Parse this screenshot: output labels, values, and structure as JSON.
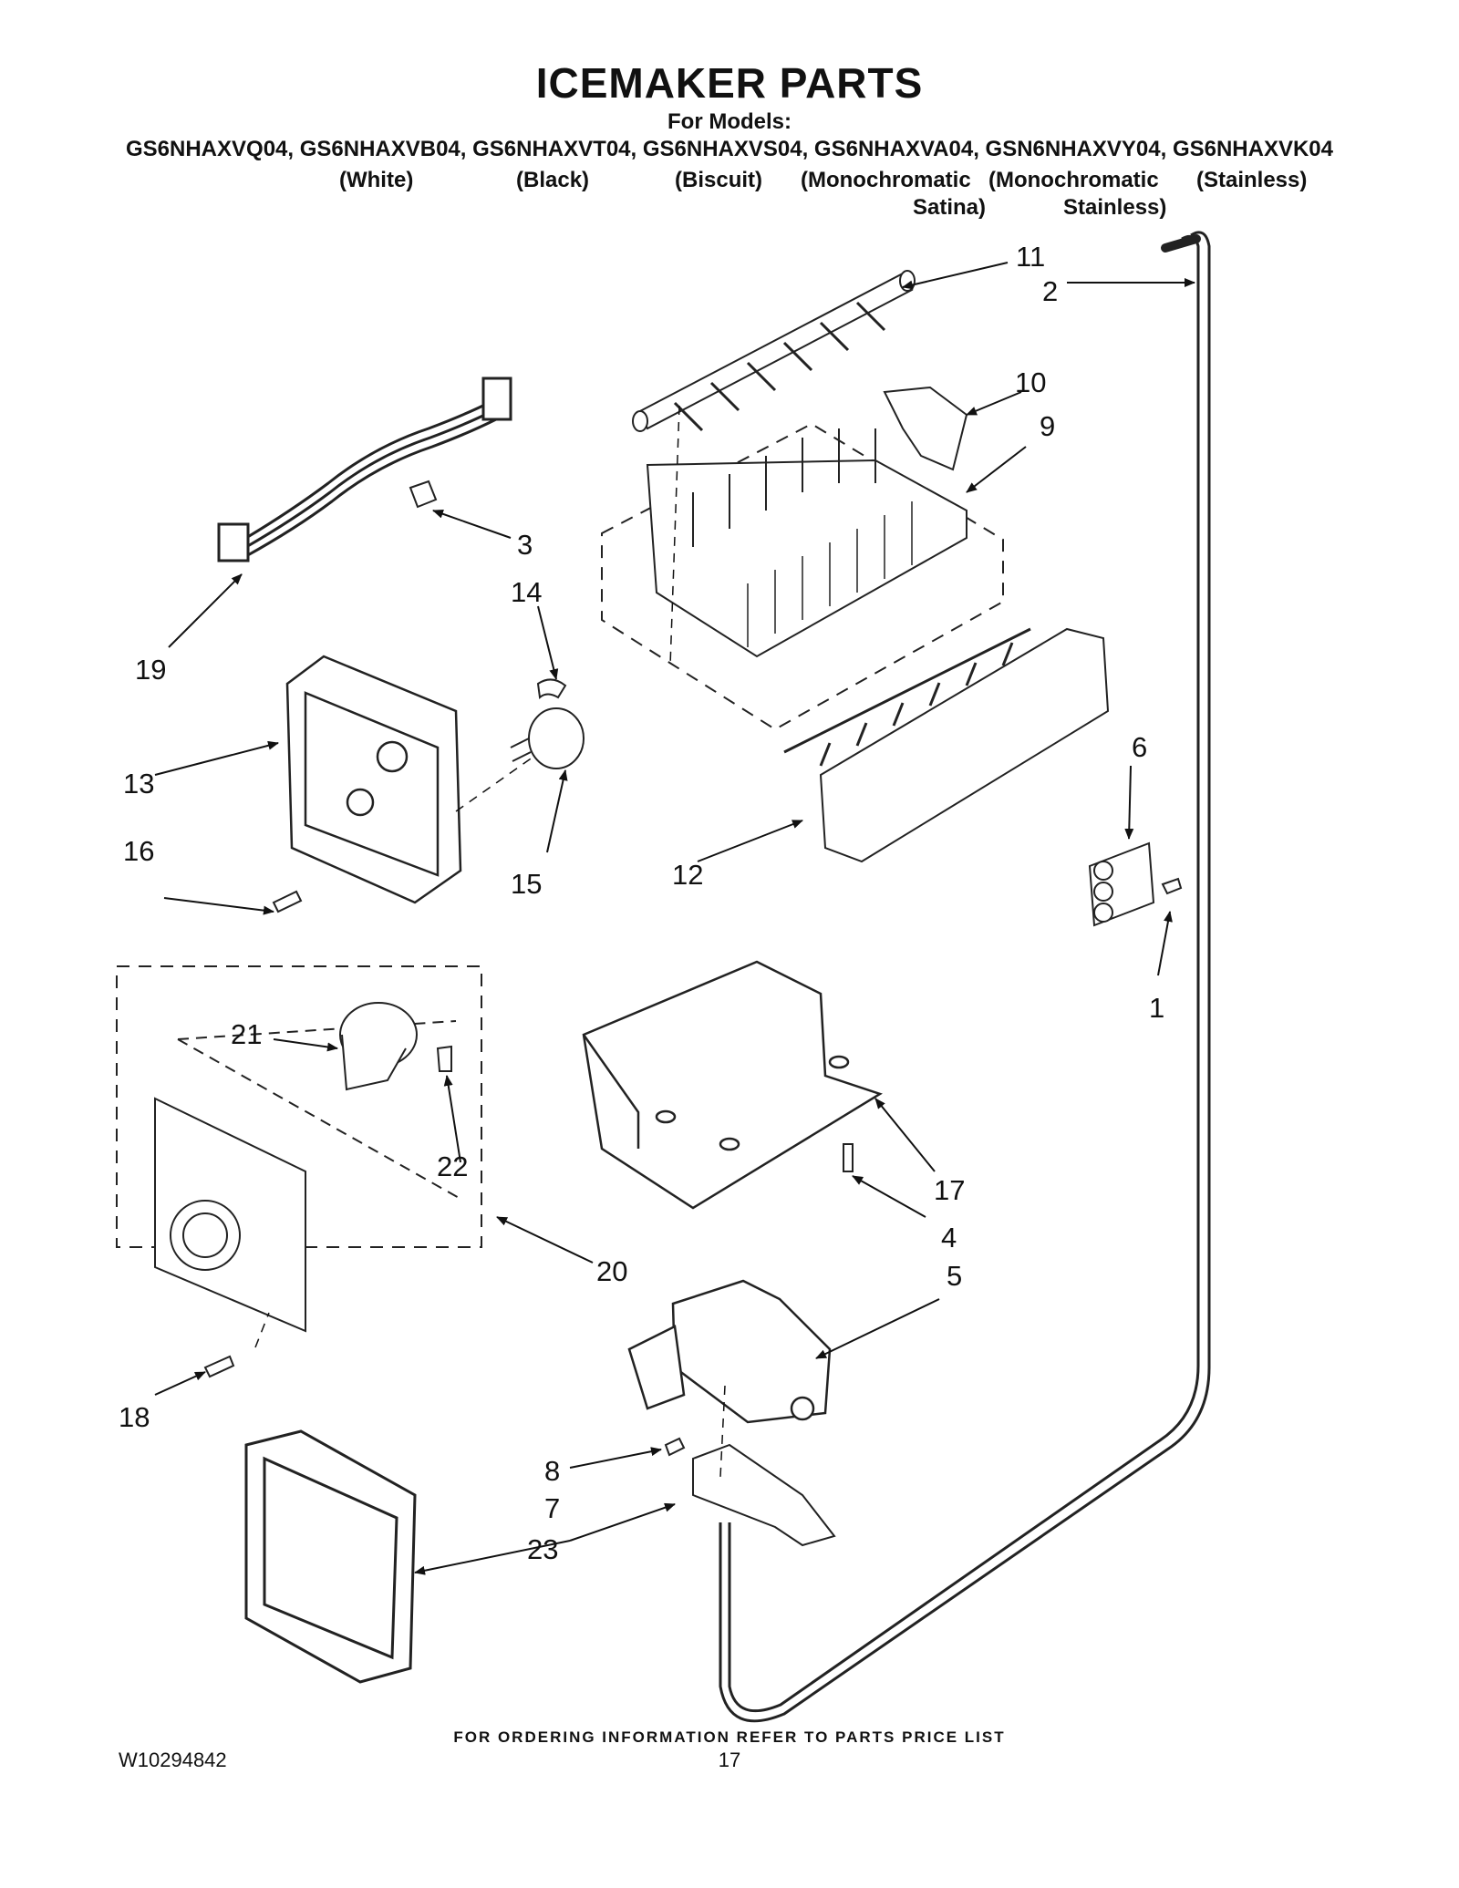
{
  "header": {
    "title": "ICEMAKER PARTS",
    "for_models_label": "For Models:",
    "models": "GS6NHAXVQ04, GS6NHAXVB04, GS6NHAXVT04, GS6NHAXVS04, GS6NHAXVA04, GSN6NHAXVY04, GS6NHAXVK04",
    "finishes": {
      "white": "(White)",
      "black": "(Black)",
      "biscuit": "(Biscuit)",
      "mono_satina_line1": "(Monochromatic",
      "mono_satina_line2": "Satina)",
      "mono_stainless_line1": "(Monochromatic",
      "mono_stainless_line2": "Stainless)",
      "stainless": "(Stainless)"
    }
  },
  "callouts": {
    "c1": "1",
    "c2": "2",
    "c3": "3",
    "c4": "4",
    "c5": "5",
    "c6": "6",
    "c7": "7",
    "c8": "8",
    "c9": "9",
    "c10": "10",
    "c11": "11",
    "c12": "12",
    "c13": "13",
    "c14": "14",
    "c15": "15",
    "c16": "16",
    "c17": "17",
    "c18": "18",
    "c19": "19",
    "c20": "20",
    "c21": "21",
    "c22": "22",
    "c23": "23"
  },
  "footer": {
    "ordering_note": "FOR ORDERING INFORMATION REFER TO PARTS PRICE LIST",
    "doc_number": "W10294842",
    "page_number": "17"
  }
}
